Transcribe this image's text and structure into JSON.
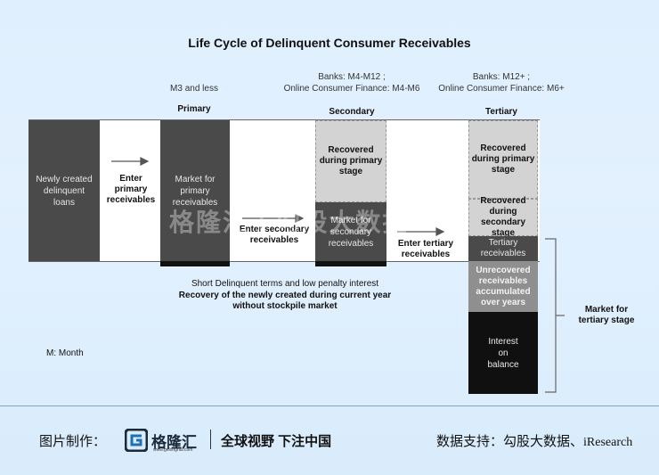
{
  "title": "Life Cycle of Delinquent Consumer Receivables",
  "stage_headers": {
    "primary": {
      "note": "M3 and less",
      "label": "Primary"
    },
    "secondary": {
      "note": "Banks: M4-M12 ;\nOnline Consumer Finance: M4-M6",
      "label": "Secondary"
    },
    "tertiary": {
      "note": "Banks: M12+ ;\nOnline Consumer Finance: M6+",
      "label": "Tertiary"
    }
  },
  "boxes": {
    "newly_created": "Newly created\ndelinquent\nloans",
    "market_primary": "Market for\nprimary\nreceivables",
    "recovered_primary": "Recovered\nduring primary\nstage",
    "market_secondary": "Market for\nsecondary\nreceivables",
    "tertiary_recovered_primary": "Recovered\nduring primary\nstage",
    "tertiary_recovered_secondary": "Recovered\nduring\nsecondary stage",
    "tertiary_receivables": "Tertiary\nreceivables",
    "unrecovered": "Unrecovered\nreceivables\naccumulated\nover years",
    "interest": "Interest\non\nbalance"
  },
  "arrows": {
    "enter_primary": "Enter\nprimary\nreceivables",
    "enter_secondary": "Enter secondary\nreceivables",
    "enter_tertiary": "Enter tertiary\nreceivables"
  },
  "notes": {
    "short_terms": "Short Delinquent terms and low penalty interest",
    "recovery": "Recovery of the newly created during current year\nwithout stockpile market",
    "market_tertiary": "Market for\ntertiary stage",
    "month": "M: Month"
  },
  "watermark": "格隆汇 | 勾股大数据",
  "footer": {
    "made_by": "图片制作：",
    "logo": "格隆汇",
    "logo_sub": "www.gelonghui.com",
    "slogan": "全球视野 下注中国",
    "source_label": "数据支持：",
    "source_cn": "勾股大数据、",
    "source_en": "iResearch"
  },
  "colors": {
    "dark": "#4a4a4a",
    "light": "#d3d3d3",
    "black": "#101010",
    "accent": "#1f6fb5"
  }
}
